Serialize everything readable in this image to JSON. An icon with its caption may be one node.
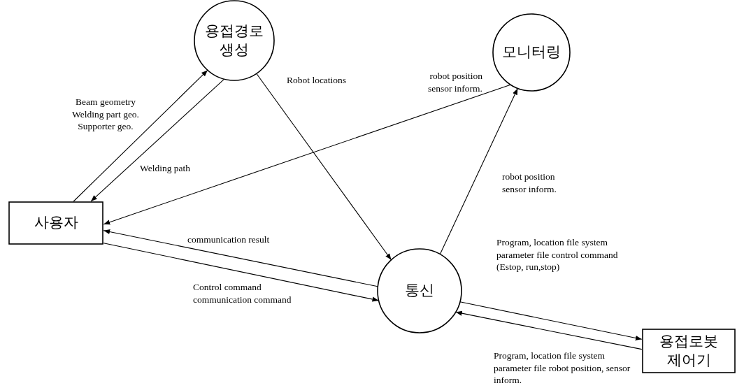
{
  "diagram": {
    "nodes": [
      {
        "text": [
          "사용자"
        ]
      },
      {
        "text": [
          "용접경로 생성"
        ]
      },
      {
        "text": [
          "모니터링"
        ]
      },
      {
        "text": [
          "통신"
        ]
      },
      {
        "text": [
          "용접로봇 제어기"
        ]
      }
    ],
    "edges": [
      {
        "from": 0,
        "to": 1,
        "arrow": "to",
        "label": "Beam geometry Welding part geo. Supporter geo."
      },
      {
        "from": 1,
        "to": 0,
        "arrow": "to",
        "label": "Welding path"
      },
      {
        "from": 1,
        "to": 3,
        "arrow": "to",
        "label": "Robot locations"
      },
      {
        "from": 2,
        "to": 0,
        "arrow": "to",
        "label": "robot position sensor inform."
      },
      {
        "from": 3,
        "to": 2,
        "arrow": "to",
        "label": "robot position sensor inform."
      },
      {
        "from": 3,
        "to": 0,
        "arrow": "to",
        "label": "communication result"
      },
      {
        "from": 0,
        "to": 3,
        "arrow": "to",
        "label": "Control command communication command"
      },
      {
        "from": 3,
        "to": 4,
        "arrow": "to",
        "label": "Program, location file system parameter file control command (Estop, run,stop)"
      },
      {
        "from": 4,
        "to": 3,
        "arrow": "to",
        "label": "Program, location file system parameter file robot position, sensor inform."
      }
    ]
  }
}
